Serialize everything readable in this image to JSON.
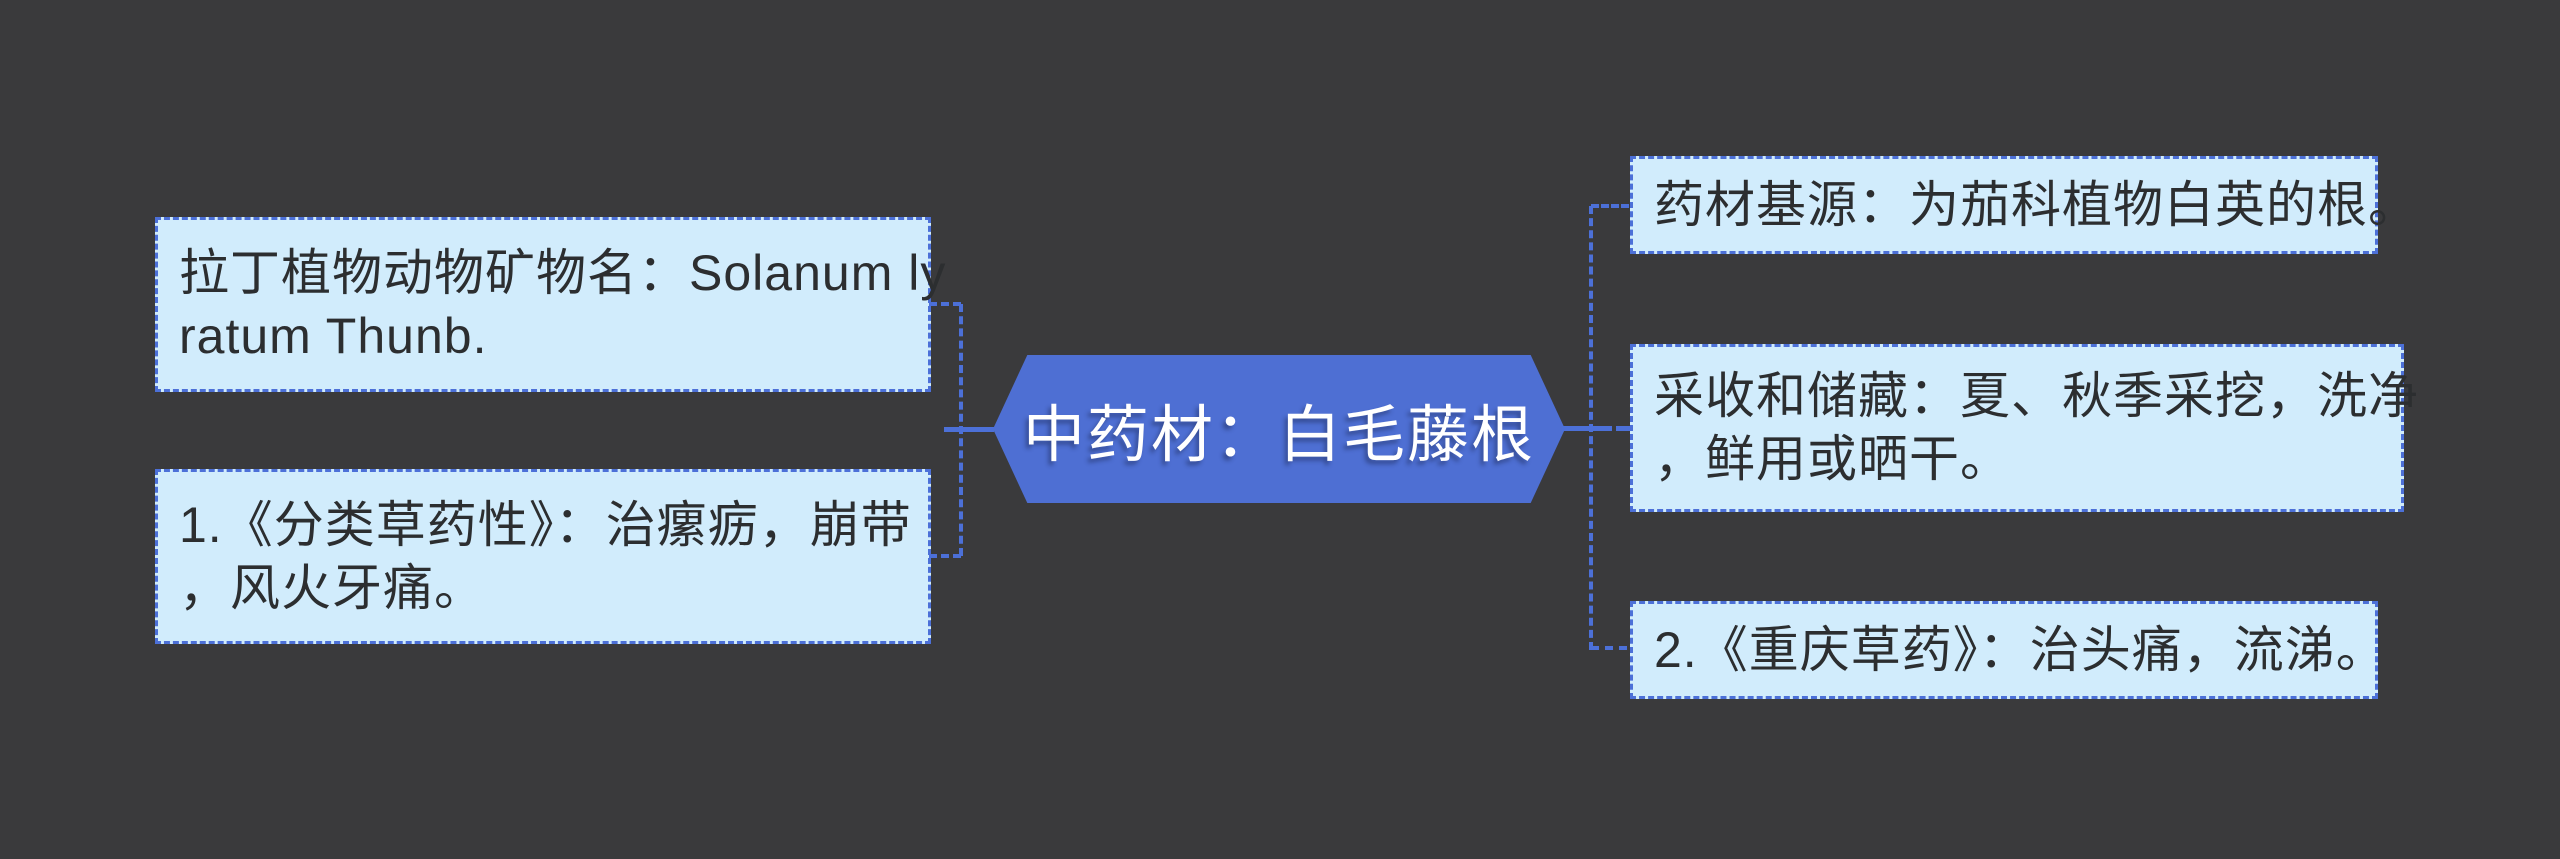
{
  "diagram": {
    "type": "mindmap",
    "topic": "中药材：白毛藤根"
  },
  "root": {
    "label": "中药材：白毛藤根"
  },
  "left_branches": [
    {
      "id": "latin-name",
      "text": "拉丁植物动物矿物名：Solanum lyratum Thunb.",
      "lines": [
        "拉丁植物动物矿物名：Solanum ly",
        "ratum Thunb."
      ]
    },
    {
      "id": "fenlei-caoyaoxing",
      "text": "1.《分类草药性》：治瘰疬，崩带，风火牙痛。",
      "lines": [
        "1.《分类草药性》：治瘰疬，崩带",
        "，风火牙痛。"
      ]
    }
  ],
  "right_branches": [
    {
      "id": "yaocai-jiyuan",
      "text": "药材基源：为茄科植物白英的根。",
      "lines": [
        "药材基源：为茄科植物白英的根。"
      ]
    },
    {
      "id": "caishou-chucang",
      "text": "采收和储藏：夏、秋季采挖，洗净，鲜用或晒干。",
      "lines": [
        "采收和储藏：夏、秋季采挖，洗净",
        "，鲜用或晒干。"
      ]
    },
    {
      "id": "chongqing-caoyao",
      "text": "2.《重庆草药》：治头痛，流涕。",
      "lines": [
        "2.《重庆草药》：治头痛，流涕。"
      ]
    }
  ],
  "colors": {
    "background": "#3a3a3c",
    "branch_fill": "#d1ecfc",
    "branch_border": "#4c70d8",
    "branch_text": "#2c2e30",
    "root_fill": "#4e6fd3",
    "root_text": "#ffffff",
    "connector": "#4c70d8"
  }
}
